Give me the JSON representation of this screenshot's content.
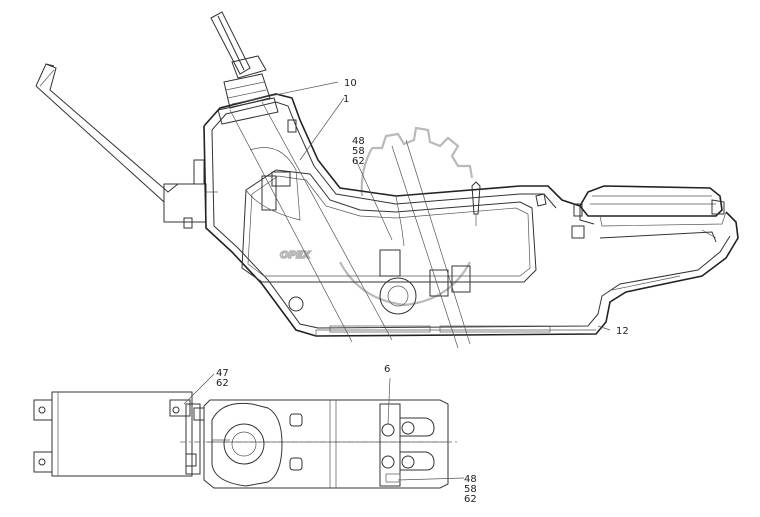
{
  "watermark": {
    "text": "OPEX"
  },
  "callouts": {
    "top": {
      "c10": "10",
      "c1": "1",
      "c48_58_62": [
        "48",
        "58",
        "62"
      ],
      "c12": "12"
    },
    "bottom": {
      "c47_62": [
        "47",
        "62"
      ],
      "c6": "6",
      "c48_58_62": [
        "48",
        "58",
        "62"
      ]
    }
  }
}
